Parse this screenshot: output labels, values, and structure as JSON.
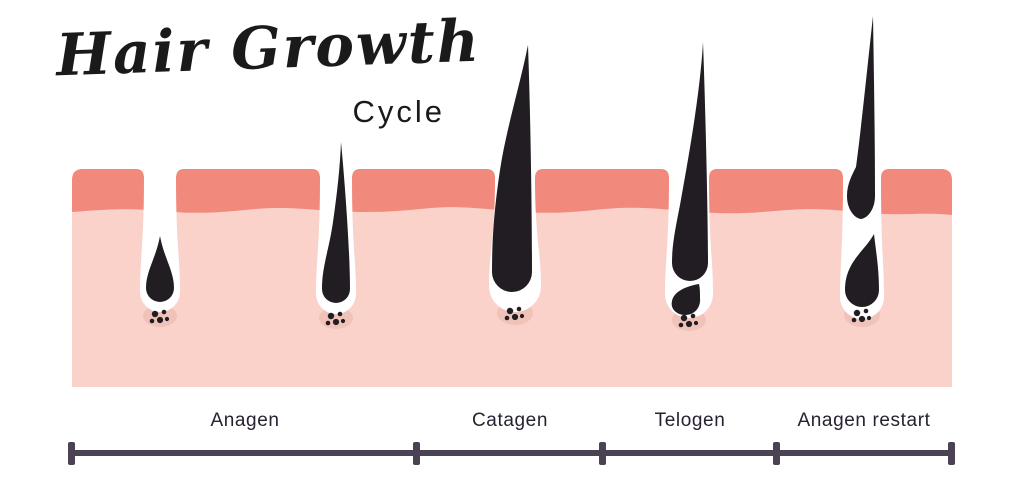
{
  "title": {
    "main": "Hair Growth",
    "subtitle": "Cycle"
  },
  "stages": [
    {
      "label": "Anagen"
    },
    {
      "label": "Catagen"
    },
    {
      "label": "Telogen"
    },
    {
      "label": "Anagen restart"
    }
  ],
  "follicles": [
    {
      "stage": "anagen-early",
      "depicts": "short new hair inside follicle"
    },
    {
      "stage": "anagen",
      "depicts": "growing hair emerging above skin"
    },
    {
      "stage": "catagen",
      "depicts": "long hair with regressing bulb"
    },
    {
      "stage": "telogen",
      "depicts": "resting club hair with detached bulb"
    },
    {
      "stage": "anagen-restart",
      "depicts": "old club hair shedding while new hair grows"
    }
  ],
  "colors": {
    "background": "#FFFFFF",
    "title": "#1A1A1A",
    "text": "#272130",
    "epidermis": "#F18A7D",
    "dermis": "#FAD2CA",
    "follicle_channel": "#FFFFFF",
    "papilla": "#F0C3B9",
    "hair": "#211D23",
    "timeline": "#4B4253"
  }
}
